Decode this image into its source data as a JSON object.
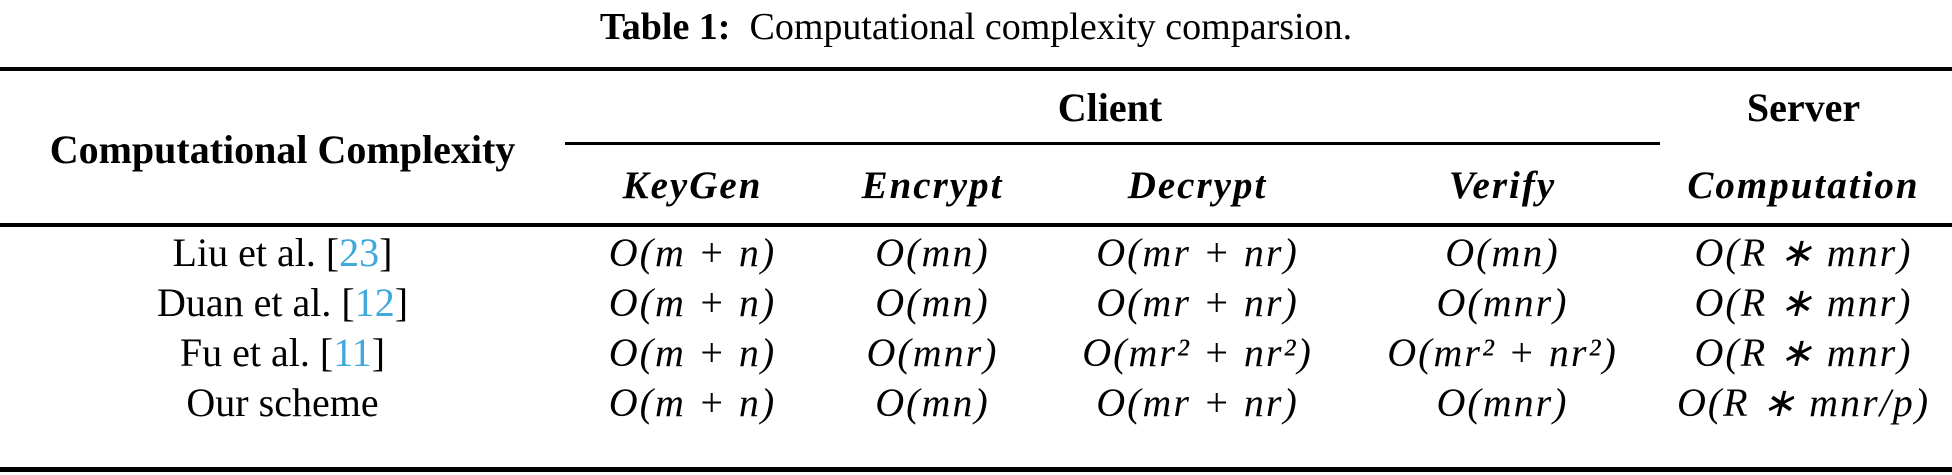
{
  "caption": {
    "label": "Table 1:",
    "text": "Computational complexity comparsion."
  },
  "colors": {
    "background": "#FFFFFF",
    "text": "#000000",
    "rule": "#000000",
    "citation": "#3FA8DC"
  },
  "table": {
    "corner_header": "Computational Complexity",
    "group_headers": {
      "client": "Client",
      "server": "Server"
    },
    "column_headers": {
      "keygen": "KeyGen",
      "encrypt": "Encrypt",
      "decrypt": "Decrypt",
      "verify": "Verify",
      "server_computation": "Computation"
    },
    "rows": [
      {
        "label_pre": "Liu et al. [",
        "label_cite": "23",
        "label_post": "]",
        "keygen": "O(m + n)",
        "encrypt": "O(mn)",
        "decrypt": "O(mr + nr)",
        "verify": "O(mn)",
        "server": "O(R ∗ mnr)"
      },
      {
        "label_pre": "Duan et al. [",
        "label_cite": "12",
        "label_post": "]",
        "keygen": "O(m + n)",
        "encrypt": "O(mn)",
        "decrypt": "O(mr + nr)",
        "verify": "O(mnr)",
        "server": "O(R ∗ mnr)"
      },
      {
        "label_pre": "Fu et al. [",
        "label_cite": "11",
        "label_post": "]",
        "keygen": "O(m + n)",
        "encrypt": "O(mnr)",
        "decrypt": "O(mr² + nr²)",
        "verify": "O(mr² + nr²)",
        "server": "O(R ∗ mnr)"
      },
      {
        "label_pre": "Our scheme",
        "label_cite": "",
        "label_post": "",
        "keygen": "O(m + n)",
        "encrypt": "O(mn)",
        "decrypt": "O(mr + nr)",
        "verify": "O(mnr)",
        "server": "O(R ∗ mnr/p)"
      }
    ]
  }
}
